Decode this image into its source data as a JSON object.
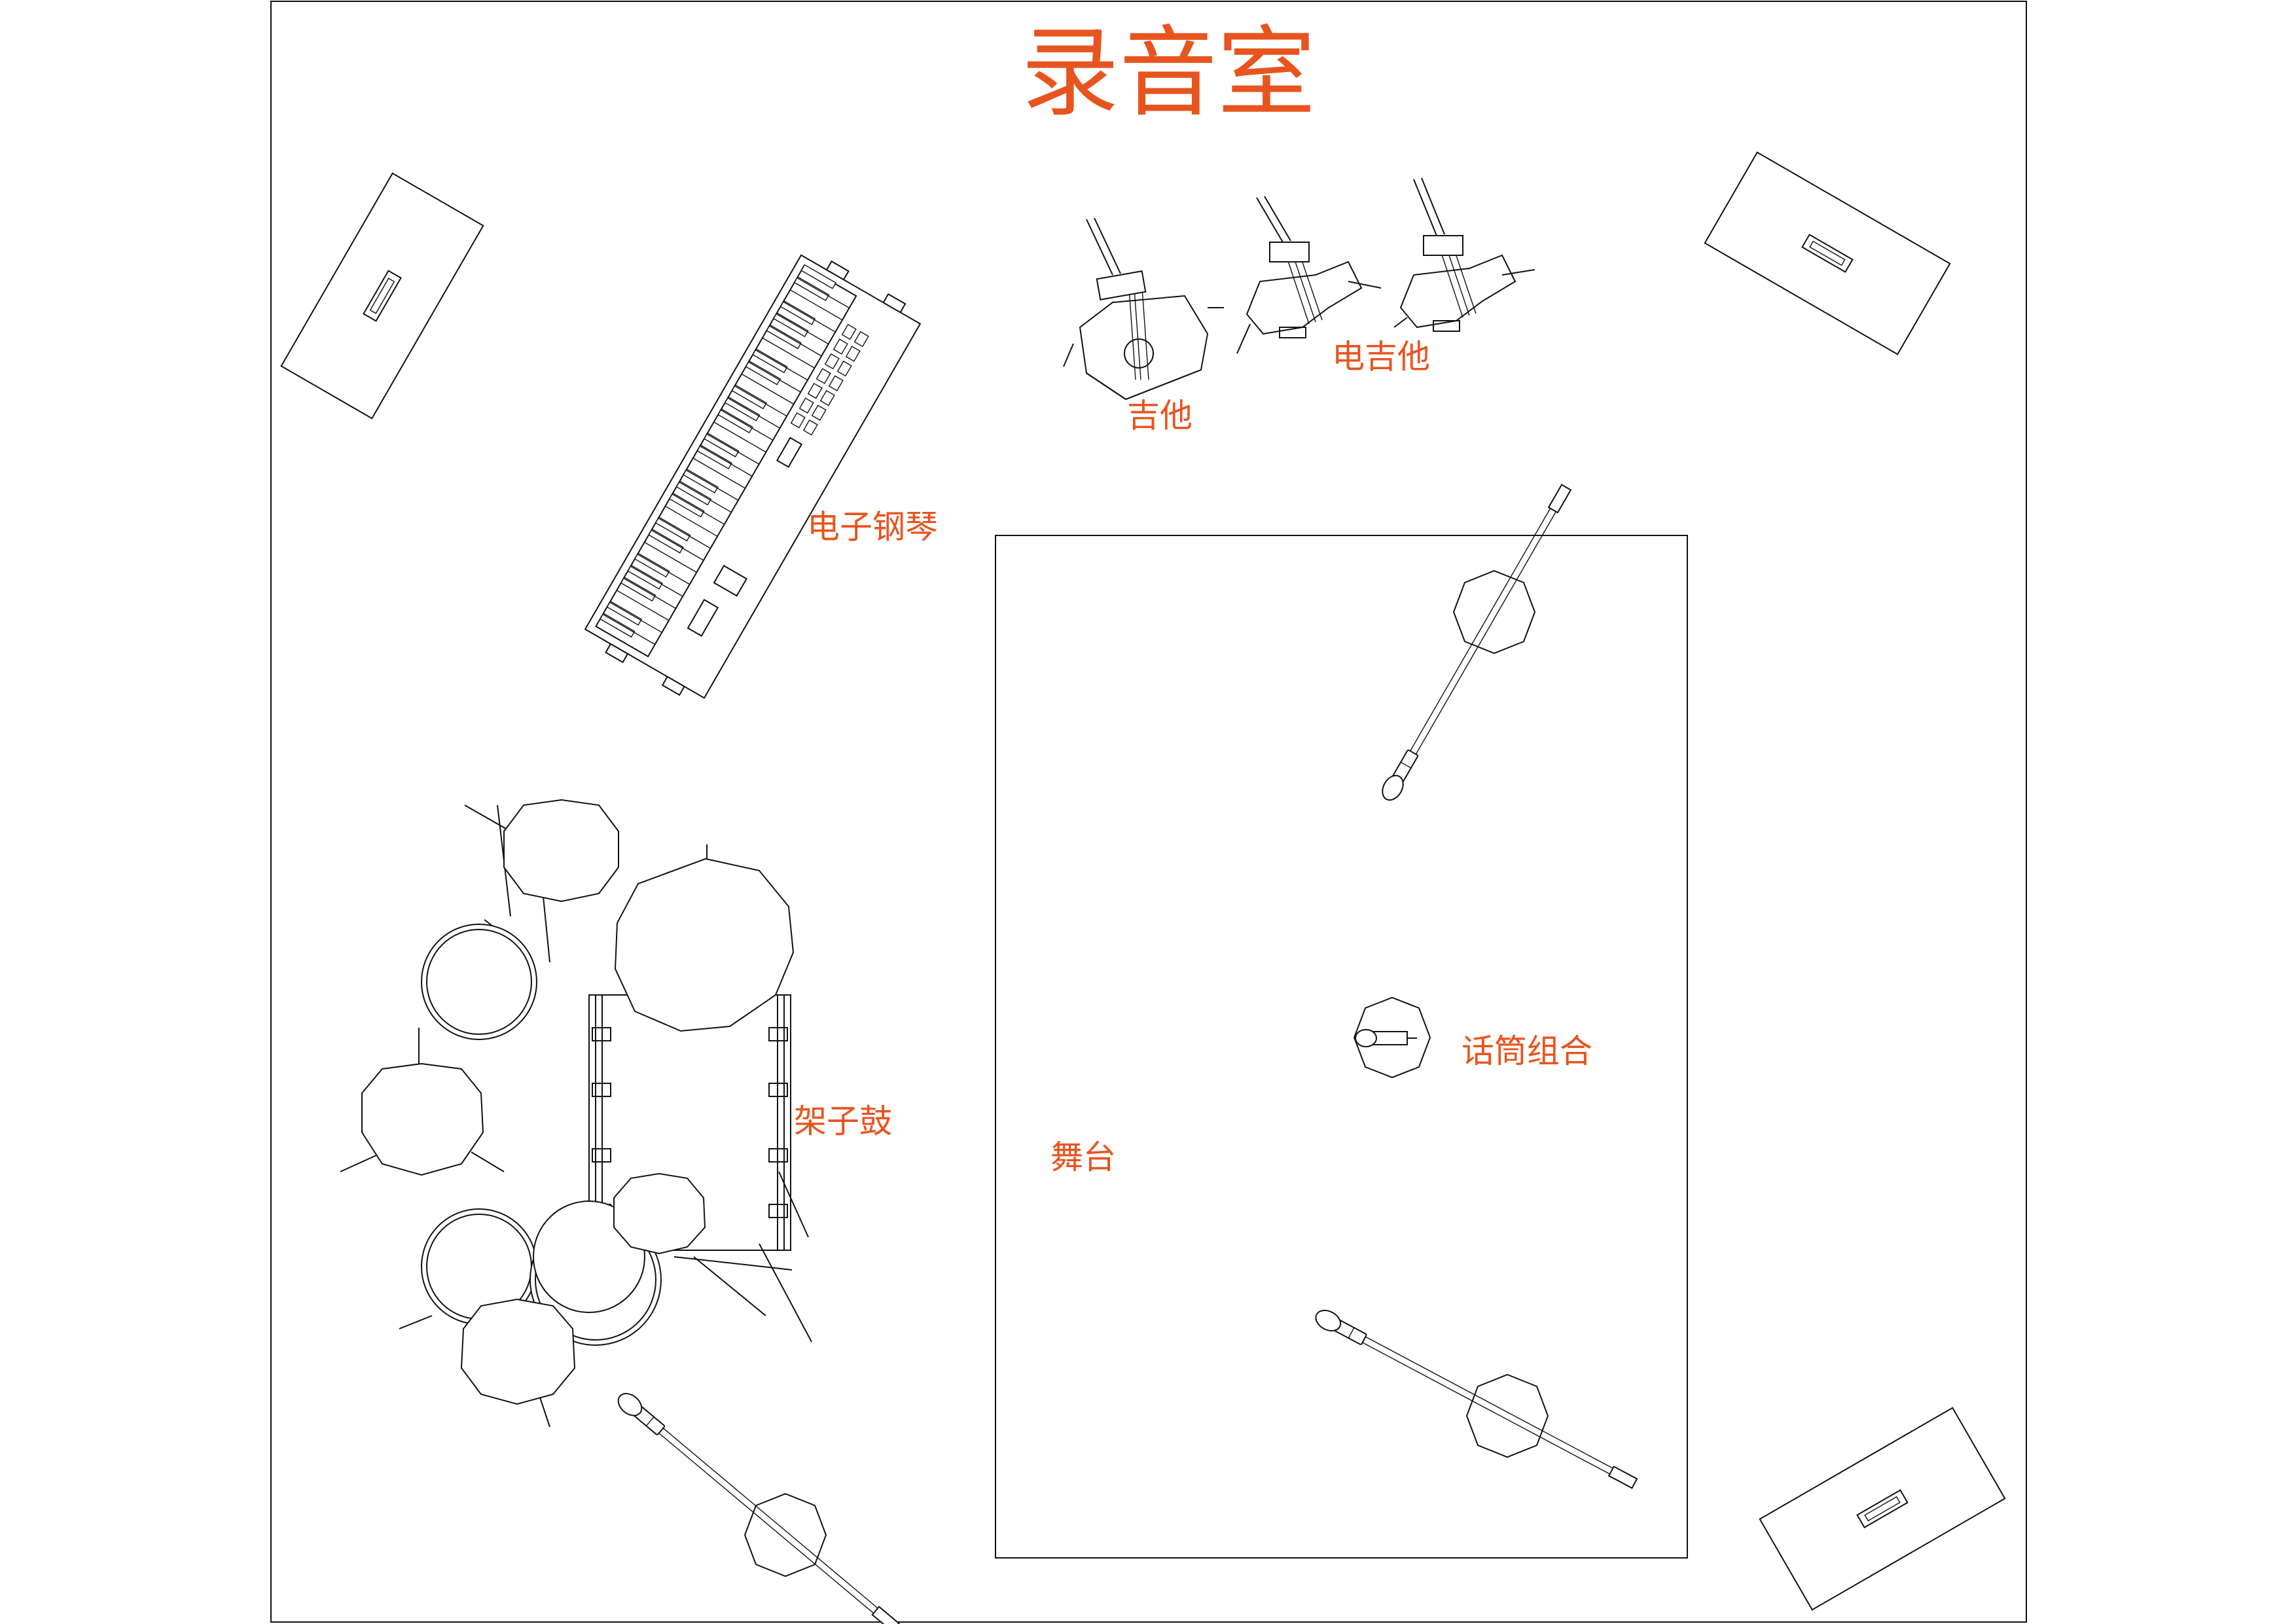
{
  "title": "录音室",
  "labels": {
    "acoustic_guitar": "吉他",
    "electric_guitar": "电吉他",
    "keyboard": "电子钢琴",
    "drum_kit": "架子鼓",
    "stage": "舞台",
    "mic_set": "话筒组合"
  },
  "colors": {
    "label": "#e8541e",
    "line": "#111111",
    "background": "#ffffff"
  }
}
